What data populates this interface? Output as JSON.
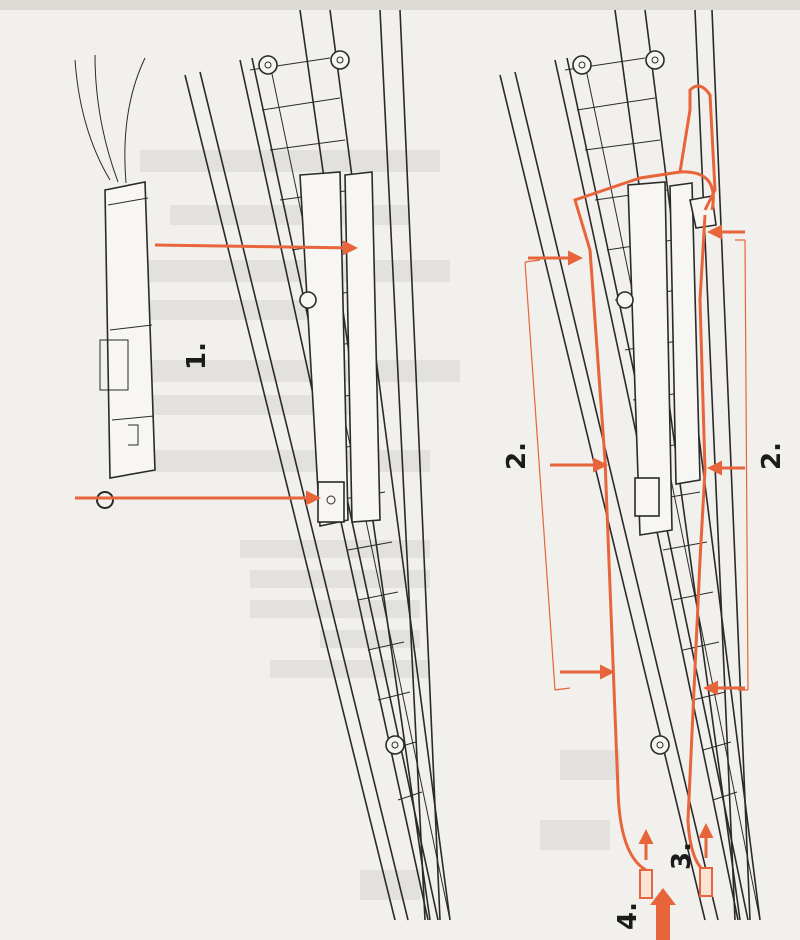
{
  "steps": [
    "1.",
    "2.",
    "2.",
    "3.",
    "4."
  ],
  "colors": {
    "accent": "#e8643a",
    "line": "#2a2a2a",
    "paper": "#f2f0ec"
  }
}
